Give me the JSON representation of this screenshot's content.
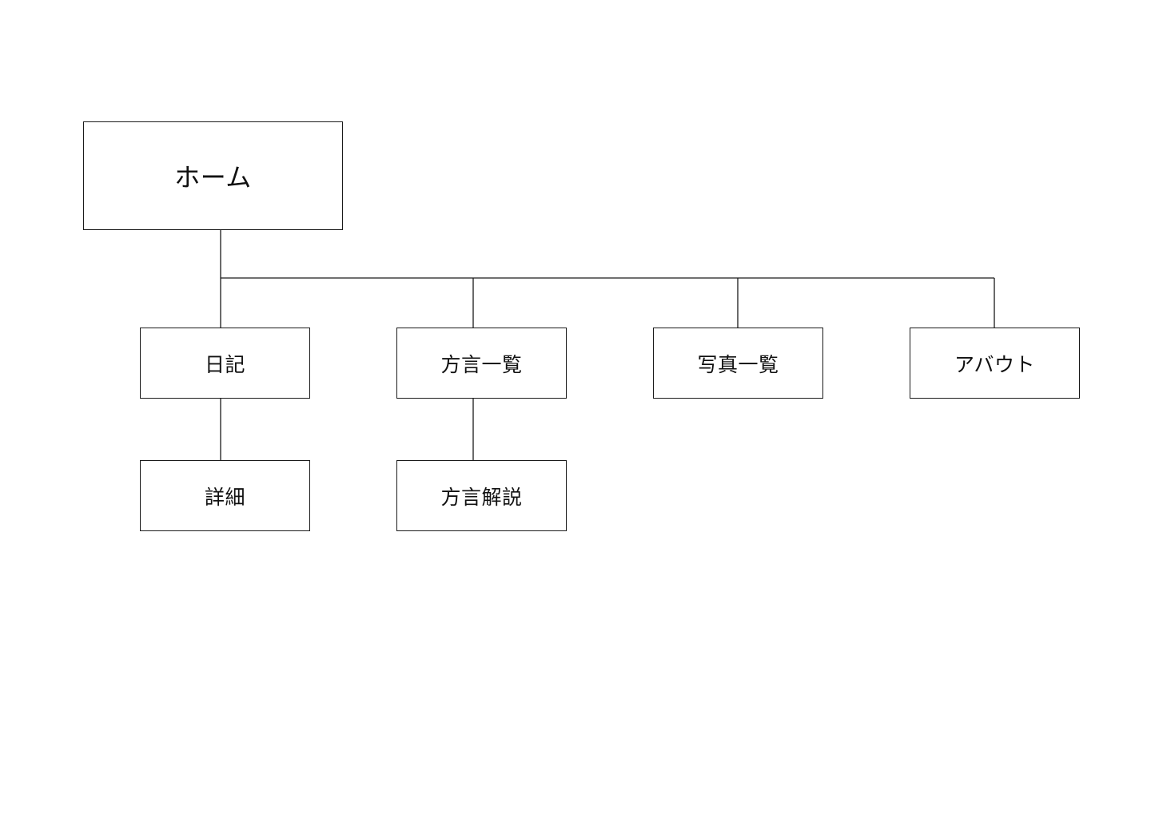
{
  "sitemap": {
    "root": {
      "label": "ホーム"
    },
    "pages": [
      {
        "id": "diary",
        "label": "日記",
        "children": [
          {
            "id": "detail",
            "label": "詳細"
          }
        ]
      },
      {
        "id": "dialect-list",
        "label": "方言一覧",
        "children": [
          {
            "id": "dialect-explanation",
            "label": "方言解説"
          }
        ]
      },
      {
        "id": "photo-list",
        "label": "写真一覧",
        "children": []
      },
      {
        "id": "about",
        "label": "アバウト",
        "children": []
      }
    ]
  }
}
